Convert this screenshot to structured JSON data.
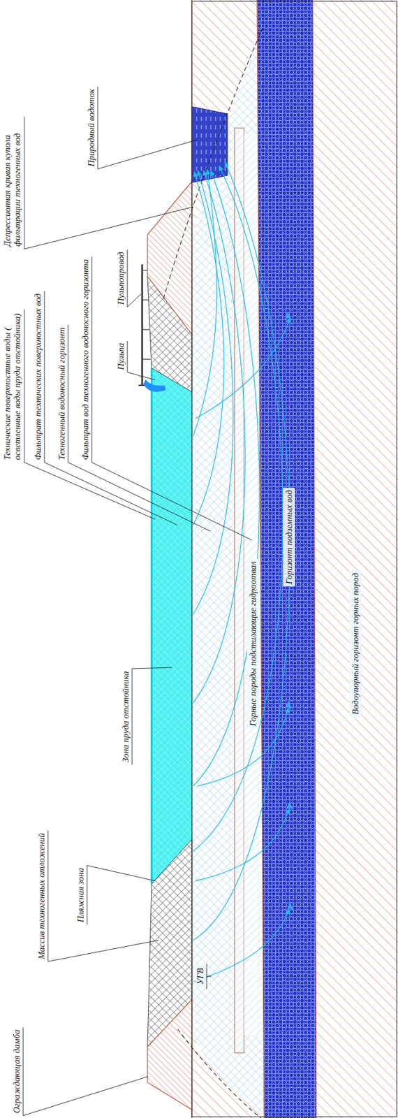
{
  "diagram": {
    "nodes": [
      {
        "text": [
          "Горные породы подстилающие гидроотвал"
        ]
      },
      {
        "text": [
          "Горизонт подземных вод"
        ]
      },
      {
        "text": [
          "Водоупорный горизонт горных пород"
        ]
      }
    ],
    "labels": [
      "Ограждающая дамба",
      "Массив техногенных отложений",
      "Пляжная зона",
      "Зона пруда отстойника",
      "Технические поверхностные воды ( осветленные воды пруда отстойника)",
      "Фильтрат технических поверхностных вод",
      "Техногенный водоносный горизонт",
      "Фильтрат вод техногенного водоносного горизонта",
      "Пульпа",
      "Пульпопровод",
      "Депрессионная кривая купола фильтрации техногенных вод",
      "Природный водоток",
      "УГВ"
    ]
  }
}
